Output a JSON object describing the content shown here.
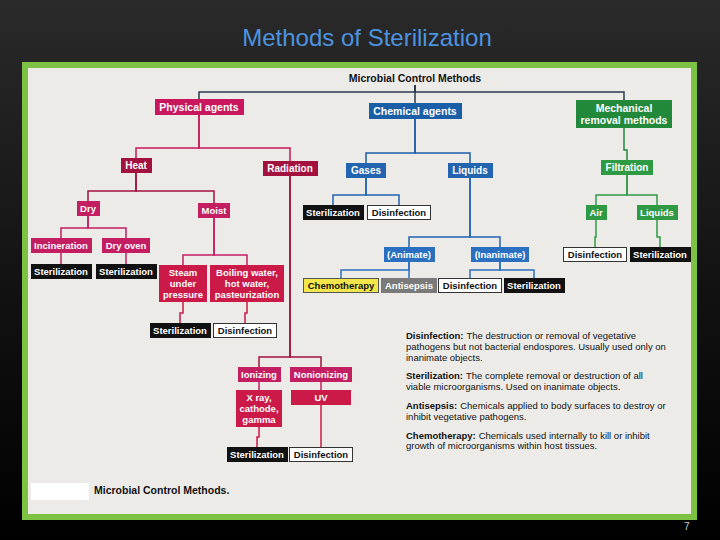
{
  "diagram": {
    "title": "Methods of Sterilization",
    "caption": "Microbial Control Methods.",
    "nodes": [
      {
        "text": [
          "Microbial Control Methods"
        ]
      },
      {
        "text": [
          "Physical agents"
        ]
      },
      {
        "text": [
          "Chemical agents"
        ]
      },
      {
        "text": [
          "Mechanical removal methods"
        ]
      },
      {
        "text": [
          "Heat"
        ]
      },
      {
        "text": [
          "Radiation"
        ]
      },
      {
        "text": [
          "Gases"
        ]
      },
      {
        "text": [
          "Liquids"
        ]
      },
      {
        "text": [
          "Filtration"
        ]
      },
      {
        "text": [
          "Dry"
        ]
      },
      {
        "text": [
          "Moist"
        ]
      },
      {
        "text": [
          "Sterilization"
        ]
      },
      {
        "text": [
          "Disinfection"
        ]
      },
      {
        "text": [
          "Air"
        ]
      },
      {
        "text": [
          "Liquids"
        ]
      },
      {
        "text": [
          "Incineration"
        ]
      },
      {
        "text": [
          "Dry oven"
        ]
      },
      {
        "text": [
          "(Animate)"
        ]
      },
      {
        "text": [
          "(Inanimate)"
        ]
      },
      {
        "text": [
          "Disinfection"
        ]
      },
      {
        "text": [
          "Sterilization"
        ]
      },
      {
        "text": [
          "Sterilization"
        ]
      },
      {
        "text": [
          "Sterilization"
        ]
      },
      {
        "text": [
          "Steam under pressure"
        ]
      },
      {
        "text": [
          "Boiling water, hot water, pasteurization"
        ]
      },
      {
        "text": [
          "Chemotherapy"
        ]
      },
      {
        "text": [
          "Antisepsis"
        ]
      },
      {
        "text": [
          "Disinfection"
        ]
      },
      {
        "text": [
          "Sterilization"
        ]
      },
      {
        "text": [
          "Sterilization"
        ]
      },
      {
        "text": [
          "Disinfection"
        ]
      },
      {
        "text": [
          "Ionizing"
        ]
      },
      {
        "text": [
          "Nonionizing"
        ]
      },
      {
        "text": [
          "X ray, cathode, gamma"
        ]
      },
      {
        "text": [
          "UV"
        ]
      },
      {
        "text": [
          "Sterilization"
        ]
      },
      {
        "text": [
          "Disinfection"
        ]
      }
    ],
    "edges": [
      {
        "from": 0,
        "to": 1,
        "arrow": "none"
      },
      {
        "from": 0,
        "to": 2,
        "arrow": "none"
      },
      {
        "from": 0,
        "to": 3,
        "arrow": "none"
      },
      {
        "from": 1,
        "to": 4,
        "arrow": "none"
      },
      {
        "from": 1,
        "to": 5,
        "arrow": "none"
      },
      {
        "from": 2,
        "to": 6,
        "arrow": "none"
      },
      {
        "from": 2,
        "to": 7,
        "arrow": "none"
      },
      {
        "from": 3,
        "to": 8,
        "arrow": "none"
      },
      {
        "from": 4,
        "to": 9,
        "arrow": "none"
      },
      {
        "from": 4,
        "to": 10,
        "arrow": "none"
      },
      {
        "from": 6,
        "to": 11,
        "arrow": "none"
      },
      {
        "from": 6,
        "to": 12,
        "arrow": "none"
      },
      {
        "from": 8,
        "to": 13,
        "arrow": "none"
      },
      {
        "from": 8,
        "to": 14,
        "arrow": "none"
      },
      {
        "from": 9,
        "to": 15,
        "arrow": "none"
      },
      {
        "from": 9,
        "to": 16,
        "arrow": "none"
      },
      {
        "from": 7,
        "to": 17,
        "arrow": "none"
      },
      {
        "from": 7,
        "to": 18,
        "arrow": "none"
      },
      {
        "from": 13,
        "to": 19,
        "arrow": "none"
      },
      {
        "from": 14,
        "to": 20,
        "arrow": "none"
      },
      {
        "from": 15,
        "to": 21,
        "arrow": "none"
      },
      {
        "from": 16,
        "to": 22,
        "arrow": "none"
      },
      {
        "from": 10,
        "to": 23,
        "arrow": "none"
      },
      {
        "from": 10,
        "to": 24,
        "arrow": "none"
      },
      {
        "from": 17,
        "to": 25,
        "arrow": "none"
      },
      {
        "from": 17,
        "to": 26,
        "arrow": "none"
      },
      {
        "from": 18,
        "to": 27,
        "arrow": "none"
      },
      {
        "from": 18,
        "to": 28,
        "arrow": "none"
      },
      {
        "from": 23,
        "to": 29,
        "arrow": "none"
      },
      {
        "from": 24,
        "to": 30,
        "arrow": "none"
      },
      {
        "from": 5,
        "to": 31,
        "arrow": "none"
      },
      {
        "from": 5,
        "to": 32,
        "arrow": "none"
      },
      {
        "from": 31,
        "to": 33,
        "arrow": "none"
      },
      {
        "from": 32,
        "to": 34,
        "arrow": "none"
      },
      {
        "from": 33,
        "to": 35,
        "arrow": "none"
      },
      {
        "from": 34,
        "to": 36,
        "arrow": "none"
      }
    ],
    "labels": [
      "Disinfection:",
      "The destruction or removal of vegetative pathogens but not bacterial endospores. Usually used only on inanimate objects.",
      "Sterilization:",
      "The complete removal or destruction of all viable microorganisms. Used on inanimate objects.",
      "Antisepsis:",
      "Chemicals applied to body surfaces to destroy or inhibit vegetative pathogens.",
      "Chemotherapy:",
      "Chemicals used internally to kill or inhibit growth of microorganisms within host tissues.",
      "7"
    ]
  }
}
